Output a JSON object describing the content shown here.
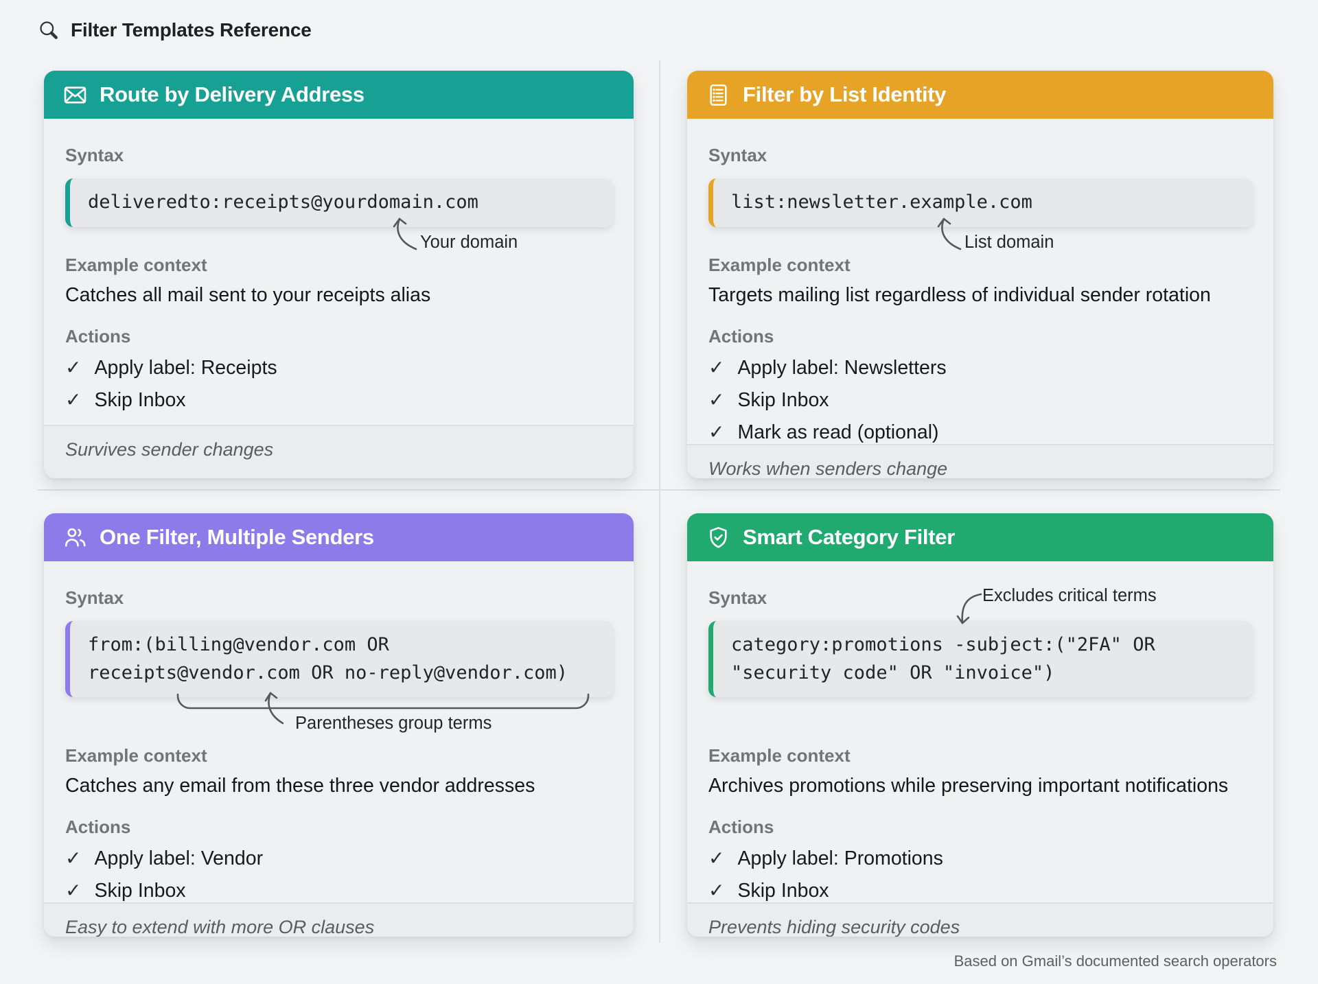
{
  "page": {
    "title": "Filter Templates Reference",
    "footnote": "Based on Gmail’s documented search operators"
  },
  "labels": {
    "syntax": "Syntax",
    "example_context": "Example context",
    "actions": "Actions",
    "check_icon": "✓",
    "title_icon": "magnifier-icon"
  },
  "cards": [
    {
      "title": "Route by Delivery Address",
      "icon": "envelope-icon",
      "accent": "#17A094",
      "code_lines": [
        "deliveredto:receipts@yourdomain.com"
      ],
      "annotation": "Your domain",
      "context": "Catches all mail sent to your receipts alias",
      "actions": [
        "Apply label: Receipts",
        "Skip Inbox"
      ],
      "footer": "Survives sender changes"
    },
    {
      "title": "Filter by List Identity",
      "icon": "list-icon",
      "accent": "#E7A326",
      "code_lines": [
        "list:newsletter.example.com"
      ],
      "annotation": "List domain",
      "context": "Targets mailing list regardless of individual sender rotation",
      "actions": [
        "Apply label: Newsletters",
        "Skip Inbox",
        "Mark as read (optional)"
      ],
      "footer": "Works when senders change"
    },
    {
      "title": "One Filter, Multiple Senders",
      "icon": "users-icon",
      "accent": "#8C7BE8",
      "code_lines": [
        "from:(billing@vendor.com OR",
        "receipts@vendor.com OR no-reply@vendor.com)"
      ],
      "annotation": "Parentheses group terms",
      "context": "Catches any email from these three vendor addresses",
      "actions": [
        "Apply label: Vendor",
        "Skip Inbox"
      ],
      "footer": "Easy to extend with more OR clauses"
    },
    {
      "title": "Smart Category Filter",
      "icon": "shield-check-icon",
      "accent": "#20AA70",
      "code_lines": [
        "category:promotions -subject:(\"2FA\" OR",
        "\"security code\" OR \"invoice\")"
      ],
      "annotation": "Excludes critical terms",
      "context": "Archives promotions while preserving important notifications",
      "actions": [
        "Apply label: Promotions",
        "Skip Inbox"
      ],
      "footer": "Prevents hiding security codes"
    }
  ]
}
